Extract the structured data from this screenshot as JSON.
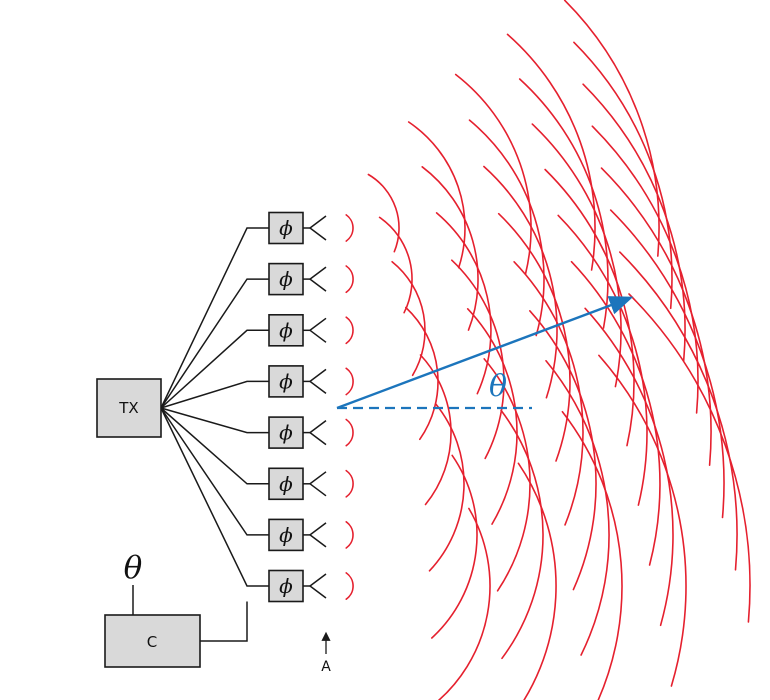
{
  "diagram": {
    "colors": {
      "wave": "#e5202e",
      "beam": "#1c75bc",
      "box_fill": "#d9d9d9",
      "box_stroke": "#1a1a1a",
      "line": "#1a1a1a",
      "background": "#ffffff"
    },
    "tx": {
      "label": "TX"
    },
    "phase_shifters": {
      "label": "ϕ",
      "count": 8
    },
    "controller": {
      "label": "C",
      "theta_label": "θ"
    },
    "beam": {
      "theta_label": "θ"
    },
    "antenna_pointer": {
      "label": "A"
    }
  }
}
